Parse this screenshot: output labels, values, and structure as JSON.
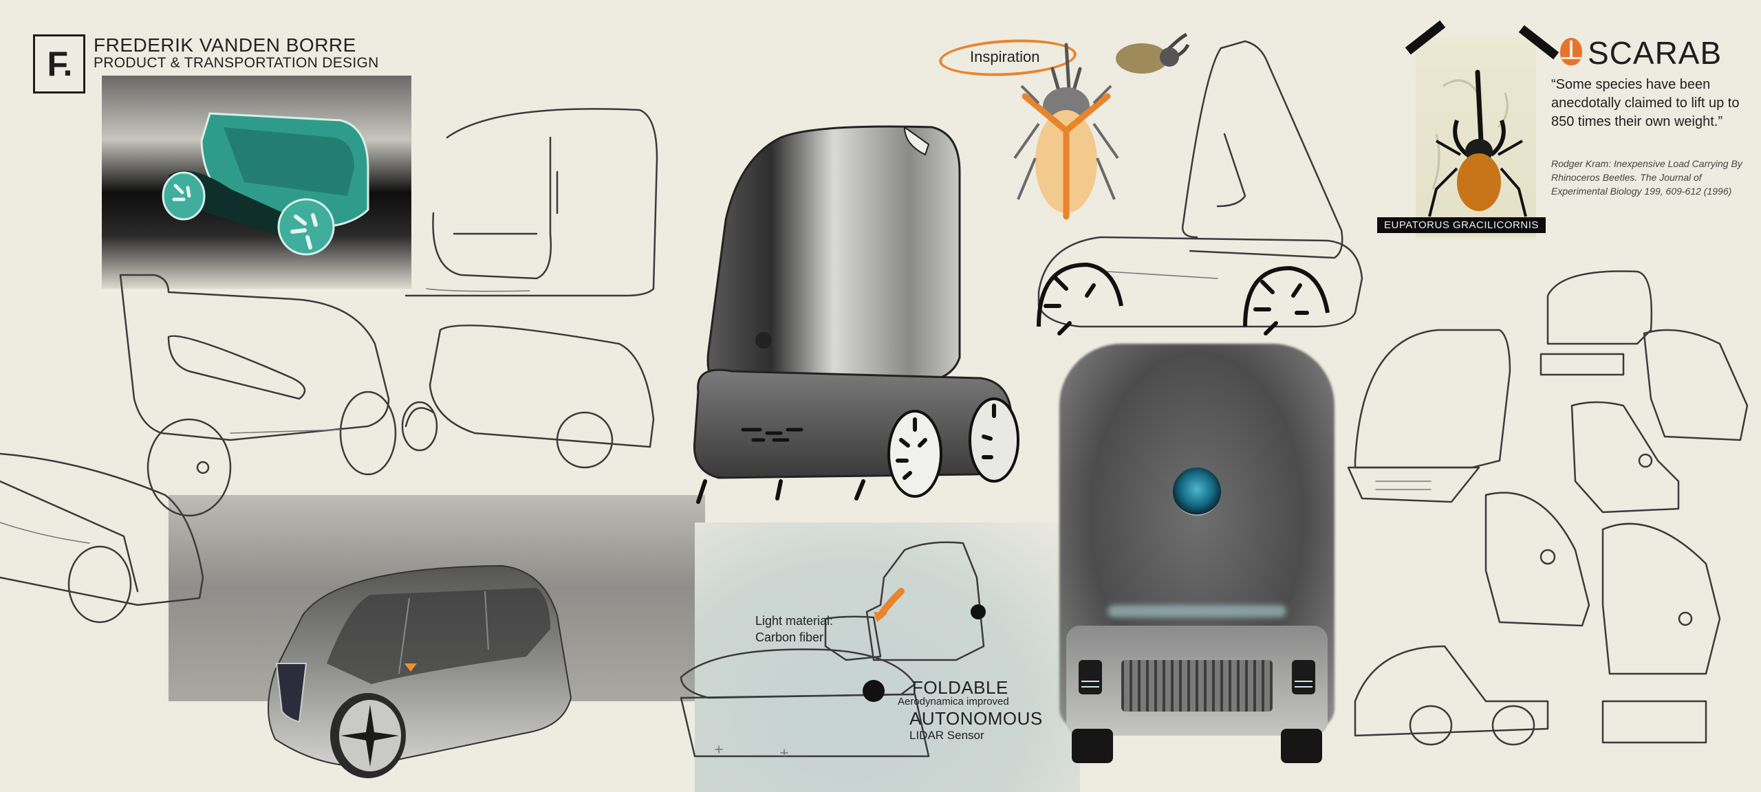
{
  "branding": {
    "logo_letter": "F.",
    "name": "FREDERIK VANDEN BORRE",
    "subtitle": "PRODUCT & TRANSPORTATION DESIGN"
  },
  "inspiration": {
    "label": "Inspiration",
    "accent_color": "#e8842c"
  },
  "scarab": {
    "title": "SCARAB",
    "logo_color": "#e8742a",
    "quote": "“Some species have been anecdotally claimed to lift up to 850 times their own weight.”",
    "citation": "Rodger Kram: Inexpensive Load Carrying By Rhinoceros Beetles. The Journal of Experimental Biology 199, 609-612 (1996)",
    "specimen_caption": "EUPATORUS GRACILICORNIS"
  },
  "annotations": {
    "light_material_line1": "Light material:",
    "light_material_line2": "Carbon fiber",
    "foldable": "FOLDABLE",
    "aerodynamics": "Aerodynamica improved",
    "autonomous": "AUTONOMOUS",
    "lidar": "LIDAR Sensor"
  },
  "colors": {
    "background": "#eeebe1",
    "ink": "#1e1e1e",
    "teal_render": "#2e9a88",
    "lidar_blue": "#1f7f9a",
    "annotation_panel": "#c9d4d2"
  }
}
